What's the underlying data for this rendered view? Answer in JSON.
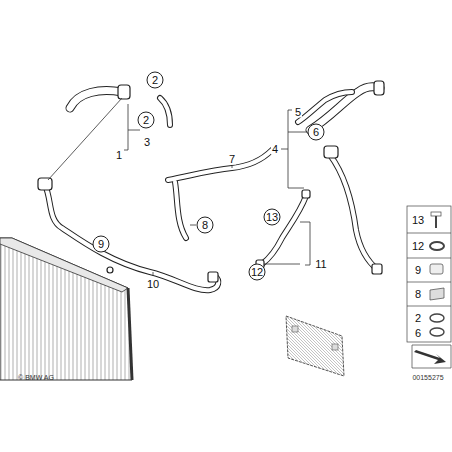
{
  "diagram": {
    "labels": [
      "2",
      "2",
      "3",
      "1",
      "5",
      "6",
      "4",
      "7",
      "8",
      "9",
      "10",
      "13",
      "11",
      "12",
      "13",
      "12",
      "9",
      "8",
      "2",
      "6",
      "© BMW AG",
      "00155275"
    ]
  }
}
